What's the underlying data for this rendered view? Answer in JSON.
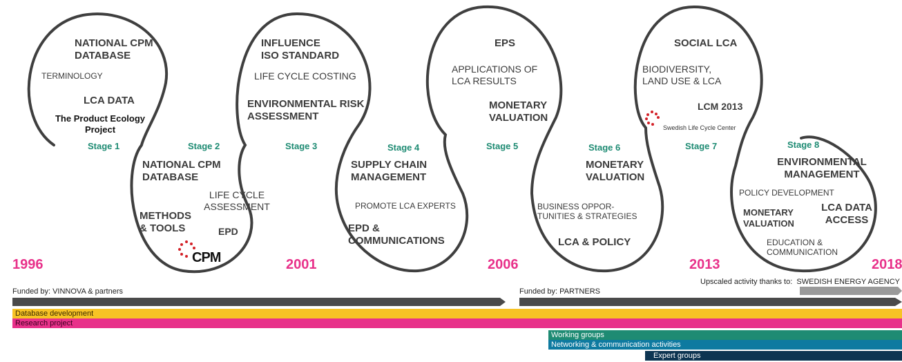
{
  "stages": [
    {
      "label": "Stage 1",
      "items": [
        "NATIONAL CPM",
        "DATABASE",
        "TERMINOLOGY",
        "LCA DATA",
        "The Product Ecology",
        "Project"
      ]
    },
    {
      "label": "Stage 2",
      "items": [
        "NATIONAL CPM",
        "DATABASE",
        "LIFE CYCLE",
        "ASSESSMENT",
        "METHODS",
        "& TOOLS",
        "EPD"
      ],
      "logo": "CPM"
    },
    {
      "label": "Stage 3",
      "items": [
        "INFLUENCE",
        "ISO STANDARD",
        "LIFE CYCLE COSTING",
        "ENVIRONMENTAL RISK",
        "ASSESSMENT"
      ]
    },
    {
      "label": "Stage 4",
      "items": [
        "SUPPLY CHAIN",
        "MANAGEMENT",
        "PROMOTE LCA EXPERTS",
        "EPD &",
        "COMMUNICATIONS"
      ]
    },
    {
      "label": "Stage 5",
      "items": [
        "EPS",
        "APPLICATIONS OF",
        "LCA RESULTS",
        "MONETARY",
        "VALUATION"
      ]
    },
    {
      "label": "Stage 6",
      "items": [
        "MONETARY",
        "VALUATION",
        "BUSINESS OPPOR-",
        "TUNITIES & STRATEGIES",
        "LCA & POLICY"
      ]
    },
    {
      "label": "Stage 7",
      "items": [
        "SOCIAL LCA",
        "BIODIVERSITY,",
        "LAND USE & LCA",
        "LCM 2013"
      ],
      "logo": "Swedish Life Cycle Center"
    },
    {
      "label": "Stage 8",
      "items": [
        "ENVIRONMENTAL",
        "MANAGEMENT",
        "POLICY DEVELOPMENT",
        "MONETARY",
        "VALUATION",
        "LCA DATA",
        "ACCESS",
        "EDUCATION &",
        "COMMUNICATION"
      ]
    }
  ],
  "years": [
    "1996",
    "2001",
    "2006",
    "2013",
    "2018"
  ],
  "funding": {
    "first": "Funded by: VINNOVA & partners",
    "second": "Funded by: PARTNERS",
    "upscaled": "Upscaled activity thanks to:",
    "upscaled_by": "SWEDISH ENERGY AGENCY"
  },
  "bands": [
    "Database development",
    "Research project",
    "Working groups",
    "Networking & communication activities",
    "Expert groups"
  ],
  "colors": {
    "stage": "#1e8b73",
    "year": "#e8318a",
    "arrow": "#4a4a4a",
    "arrow_light": "#9a9a9a",
    "database": "#f7c325",
    "research": "#e8318a",
    "working": "#1e8b73",
    "networking": "#0e7aa0",
    "expert": "#0d3552"
  }
}
